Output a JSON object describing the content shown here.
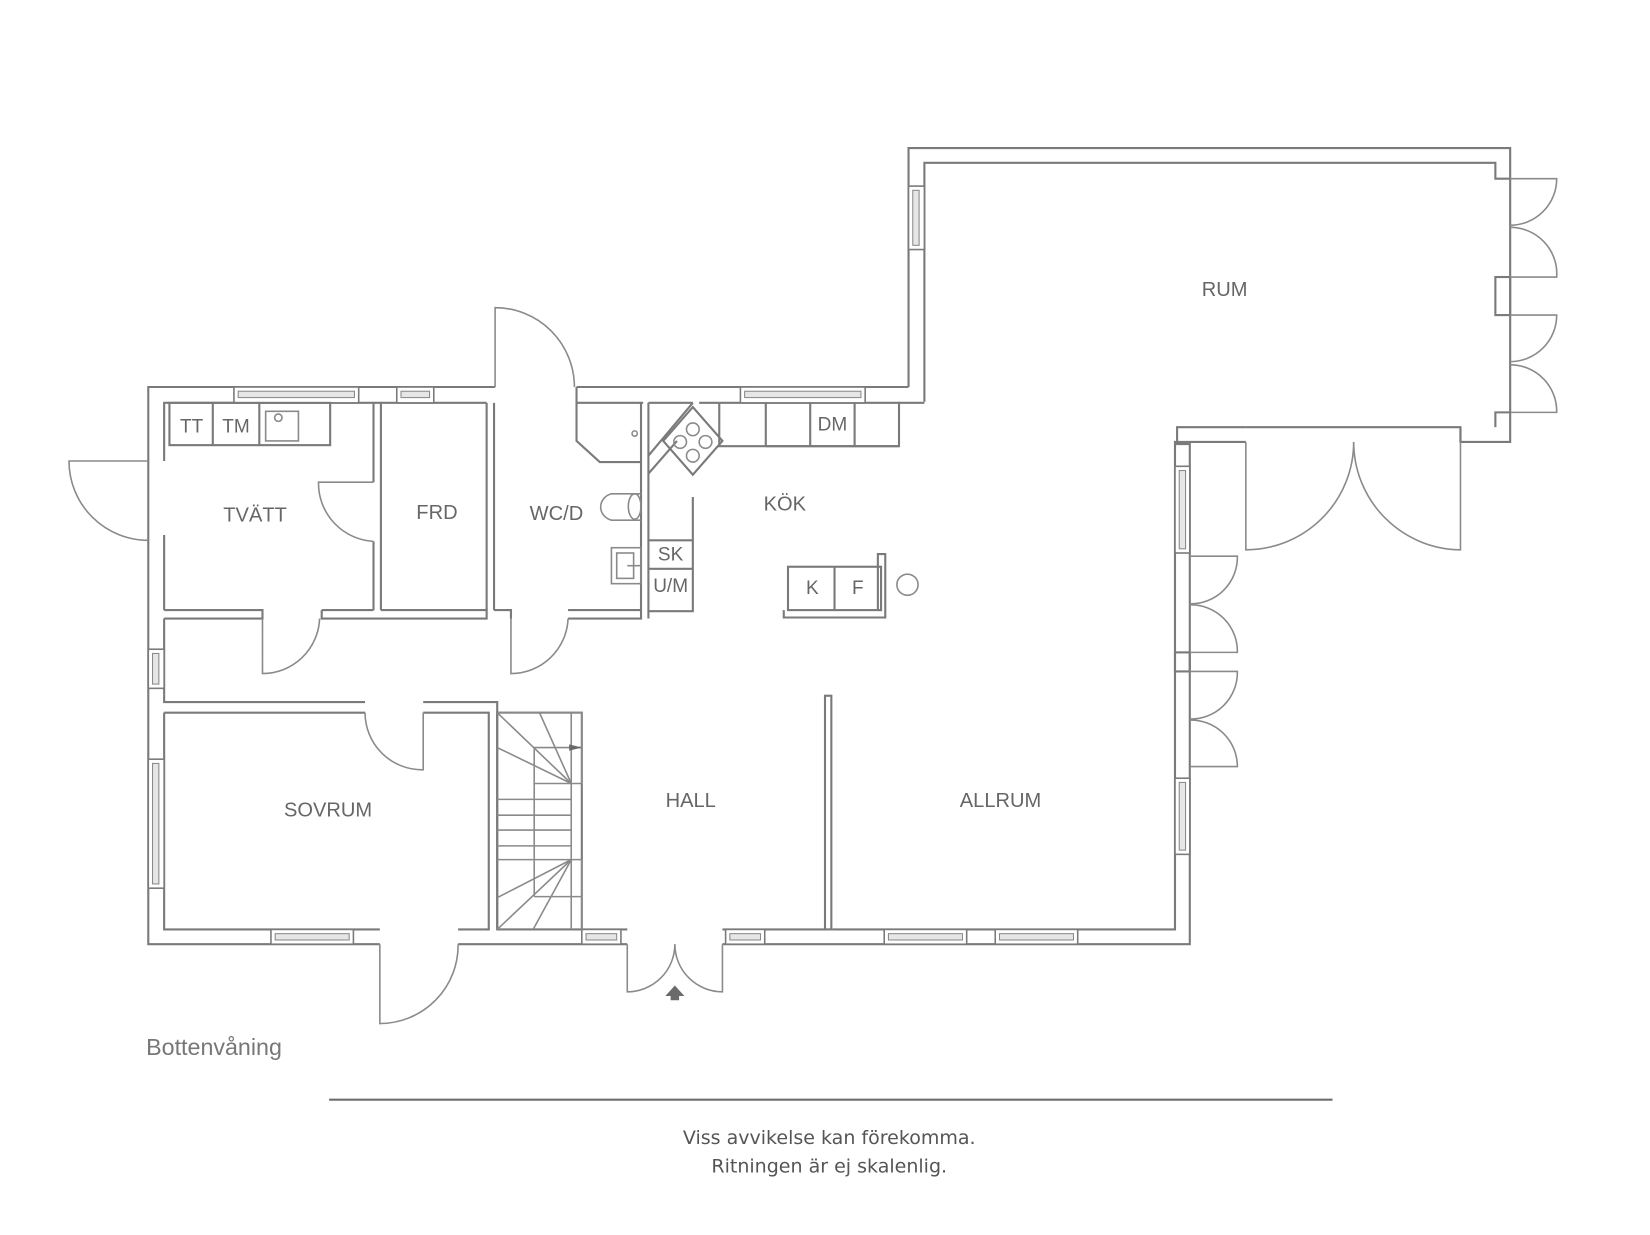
{
  "plan": {
    "floor_label": "Bottenvåning",
    "rooms": {
      "tvatt": "TVÄTT",
      "frd": "FRD",
      "wcd": "WC/D",
      "kok": "KÖK",
      "rum": "RUM",
      "sovrum": "SOVRUM",
      "hall": "HALL",
      "allrum": "ALLRUM"
    },
    "appliances": {
      "tt": "TT",
      "tm": "TM",
      "dm": "DM",
      "sk": "SK",
      "um": "U/M",
      "k": "K",
      "f": "F"
    },
    "icons": {
      "entrance": "entrance-arrow-icon",
      "stove": "stove-icon",
      "sink": "sink-icon",
      "toilet": "toilet-icon",
      "stairs": "stairs-icon"
    },
    "colors": {
      "wall": "#7a7a7a",
      "text": "#666666",
      "background": "#ffffff"
    }
  },
  "footer": {
    "line1": "Viss avvikelse kan förekomma.",
    "line2": "Ritningen är ej skalenlig."
  }
}
